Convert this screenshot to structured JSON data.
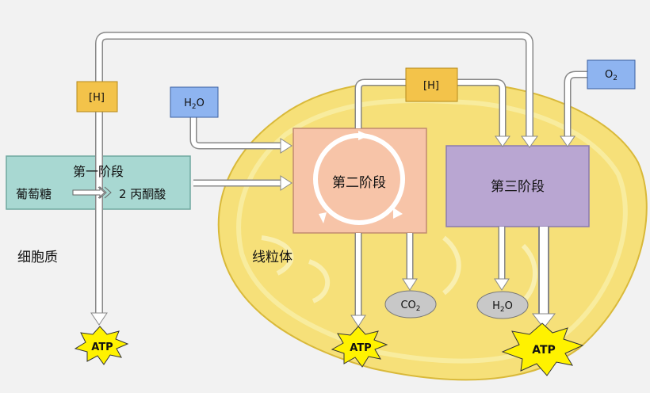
{
  "colors": {
    "background": "#f2f2f2",
    "mitochondrion_fill": "#f6e079",
    "mitochondrion_inner": "#ecd25e",
    "stage1_fill": "#a8d8d2",
    "stage2_fill": "#f7c4a8",
    "stage3_fill": "#b9a6d2",
    "h_box_fill": "#f3c34a",
    "water_box_fill": "#8eb4f0",
    "atp_fill": "#fff200",
    "ellipse_fill": "#c8c8c8",
    "arrow_fill": "#ffffff",
    "arrow_stroke": "#8a8a8a"
  },
  "labels": {
    "stage1_title": "第一阶段",
    "stage1_left": "葡萄糖",
    "stage1_right": "2 丙酮酸",
    "stage2": "第二阶段",
    "stage3": "第三阶段",
    "cytoplasm": "细胞质",
    "mitochondrion": "线粒体",
    "h_box_left": "[H]",
    "h_box_mid": "[H]",
    "water_in": {
      "main": "H",
      "sub": "2",
      "tail": "O"
    },
    "oxygen": {
      "main": "O",
      "sub": "2"
    },
    "co2": {
      "main": "CO",
      "sub": "2"
    },
    "water_out": {
      "main": "H",
      "sub": "2",
      "tail": "O"
    },
    "atp_1": "ATP",
    "atp_2": "ATP",
    "atp_3": "ATP"
  }
}
